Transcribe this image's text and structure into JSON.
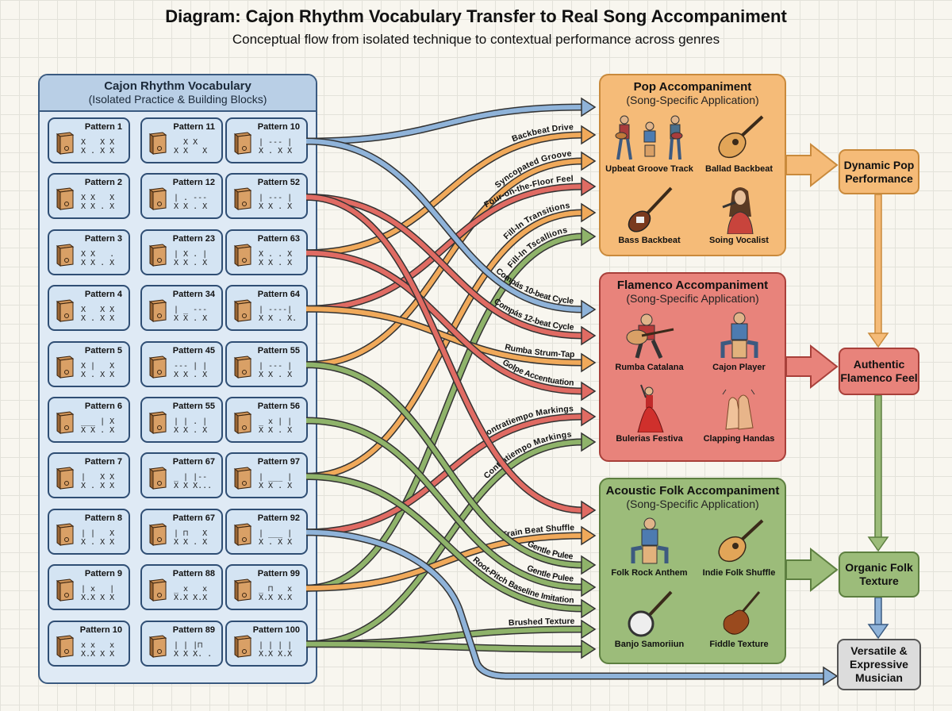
{
  "title": "Diagram: Cajon Rhythm Vocabulary Transfer to Real Song Accompaniment",
  "subtitle": "Conceptual flow from isolated technique to contextual performance across genres",
  "vocabulary": {
    "title": "Cajon Rhythm Vocabulary",
    "subtitle": "(Isolated Practice & Building Blocks)",
    "patterns": [
      [
        {
          "name": "Pattern 1",
          "l1": "X   X X",
          "l2": "X . X X"
        },
        {
          "name": "Pattern 11",
          "l1": "  X X",
          "l2": "X X   X"
        },
        {
          "name": "Pattern 10",
          "l1": "| --- |",
          "l2": "X . X X"
        }
      ],
      [
        {
          "name": "Pattern 2",
          "l1": "X X   X",
          "l2": "X X . X"
        },
        {
          "name": "Pattern 12",
          "l1": "| . ---",
          "l2": "X X . X"
        },
        {
          "name": "Pattern 52",
          "l1": "| --- |",
          "l2": "X X . X"
        }
      ],
      [
        {
          "name": "Pattern 3",
          "l1": "X X   .",
          "l2": "X X . X"
        },
        {
          "name": "Pattern 23",
          "l1": "| X . |",
          "l2": "X X . X"
        },
        {
          "name": "Pattern 63",
          "l1": "X . . X",
          "l2": "X X . X"
        }
      ],
      [
        {
          "name": "Pattern 4",
          "l1": "X   X X",
          "l2": "X . X X"
        },
        {
          "name": "Pattern 34",
          "l1": "| _ ---",
          "l2": "X X . X"
        },
        {
          "name": "Pattern 64",
          "l1": "| ----|",
          "l2": "X X . X."
        }
      ],
      [
        {
          "name": "Pattern 5",
          "l1": "X |   X",
          "l2": "X . X X"
        },
        {
          "name": "Pattern 45",
          "l1": "--- | |",
          "l2": "X X . X"
        },
        {
          "name": "Pattern 55",
          "l1": "| --- |",
          "l2": "X X . X"
        }
      ],
      [
        {
          "name": "Pattern 6",
          "l1": "___ | X",
          "l2": "X X . X"
        },
        {
          "name": "Pattern 55",
          "l1": "| | . |",
          "l2": "X X . X"
        },
        {
          "name": "Pattern 56",
          "l1": "_ x | |",
          "l2": "X X . X"
        }
      ],
      [
        {
          "name": "Pattern 7",
          "l1": "|   X X",
          "l2": "X . X X"
        },
        {
          "name": "Pattern 67",
          "l1": "_ | |--",
          "l2": "X X X..."
        },
        {
          "name": "Pattern 97",
          "l1": "| ___ |",
          "l2": "X X . X"
        }
      ],
      [
        {
          "name": "Pattern 8",
          "l1": "| |   X",
          "l2": "X . X X"
        },
        {
          "name": "Pattern 67",
          "l1": "| ⊓   X",
          "l2": "X X . X"
        },
        {
          "name": "Pattern 92",
          "l1": "| ___ |",
          "l2": "X . X X"
        }
      ],
      [
        {
          "name": "Pattern 9",
          "l1": "| x   |",
          "l2": "X.X X X"
        },
        {
          "name": "Pattern 88",
          "l1": "_ x   x",
          "l2": "X.X X.X"
        },
        {
          "name": "Pattern 99",
          "l1": "_ ⊓   x",
          "l2": "X.X X.X"
        }
      ],
      [
        {
          "name": "Pattern 10",
          "l1": "x x   x",
          "l2": "X.X X X"
        },
        {
          "name": "Pattern 89",
          "l1": "| | |⊓",
          "l2": "X X X. ."
        },
        {
          "name": "Pattern 100",
          "l1": "| | | |",
          "l2": "X.X X.X"
        }
      ]
    ]
  },
  "colors": {
    "pop": "#f4b66e",
    "flamenco": "#e57b74",
    "folk": "#97b673",
    "blue": "#8fb3d9",
    "outline": "#333333"
  },
  "flows": [
    {
      "label": "",
      "color": "#8fb3d9",
      "from": "Pattern 10",
      "to": "Pop Accompaniment"
    },
    {
      "label": "Backbeat Drive",
      "color": "#f0a95a",
      "from": "Pattern 63",
      "to": "Pop Accompaniment"
    },
    {
      "label": "Syncopated Groove",
      "color": "#f0a95a",
      "from": "Pattern 55",
      "to": "Pop Accompaniment"
    },
    {
      "label": "Four-on-the-Floor Feel",
      "color": "#e06b63",
      "from": "Pattern 64",
      "to": "Pop Accompaniment"
    },
    {
      "label": "Fill-In Transitions",
      "color": "#f0a95a",
      "from": "Pattern 97",
      "to": "Pop Accompaniment"
    },
    {
      "label": "Fill-In Tscallions",
      "color": "#8fb36a",
      "from": "Pattern 99",
      "to": "Pop Accompaniment"
    },
    {
      "label": "Compás 10-beat Cycle",
      "color": "#8fb3d9",
      "from": "Pattern 10",
      "to": "Flamenco Accompaniment"
    },
    {
      "label": "Compás 12-beat Cycle",
      "color": "#e06b63",
      "from": "Pattern 52",
      "to": "Flamenco Accompaniment"
    },
    {
      "label": "Rumba Strum-Tap",
      "color": "#f0a95a",
      "from": "Pattern 64",
      "to": "Flamenco Accompaniment"
    },
    {
      "label": "Golpe Accentuation",
      "color": "#e06b63",
      "from": "Pattern 63",
      "to": "Flamenco Accompaniment"
    },
    {
      "label": "Contratiempo Markings",
      "color": "#e06b63",
      "from": "Pattern 92",
      "to": "Flamenco Accompaniment"
    },
    {
      "label": "Contratiempo Markings",
      "color": "#8fb36a",
      "from": "Pattern 100",
      "to": "Flamenco Accompaniment"
    },
    {
      "label": "",
      "color": "#e06b63",
      "from": "Pattern 52",
      "to": "Acoustic Folk Accompaniment"
    },
    {
      "label": "Train Beat Shuffle",
      "color": "#f0a95a",
      "from": "Pattern 99",
      "to": "Acoustic Folk Accompaniment"
    },
    {
      "label": "Gentle Pulee",
      "color": "#8fb36a",
      "from": "Pattern 55",
      "to": "Acoustic Folk Accompaniment"
    },
    {
      "label": "Gentle Pulee",
      "color": "#8fb36a",
      "from": "Pattern 56",
      "to": "Acoustic Folk Accompaniment"
    },
    {
      "label": "Root-Pitch Baseline Imitation",
      "color": "#8fb36a",
      "from": "Pattern 97",
      "to": "Acoustic Folk Accompaniment"
    },
    {
      "label": "Brushed Texture",
      "color": "#8fb36a",
      "from": "Pattern 100",
      "to": "Acoustic Folk Accompaniment"
    },
    {
      "label": "",
      "color": "#8fb36a",
      "from": "Pattern 100",
      "to": "Acoustic Folk Accompaniment"
    },
    {
      "label": "",
      "color": "#8fb3d9",
      "from": "Pattern 92",
      "to": "Versatile & Expressive Musician"
    }
  ],
  "genres": [
    {
      "title": "Pop Accompaniment",
      "subtitle": "(Song-Specific Application)",
      "color": "#f5bb78",
      "border": "#c98a3c",
      "items": [
        {
          "label": "Upbeat Groove Track",
          "icon": "band-icon"
        },
        {
          "label": "Ballad Backbeat",
          "icon": "acoustic-guitar-icon"
        },
        {
          "label": "Bass Backbeat",
          "icon": "bass-guitar-icon"
        },
        {
          "label": "Soing Vocalist",
          "icon": "singer-icon"
        }
      ]
    },
    {
      "title": "Flamenco Accompaniment",
      "subtitle": "(Song-Specific Application)",
      "color": "#e8837b",
      "border": "#a8403a",
      "items": [
        {
          "label": "Rumba Catalana",
          "icon": "flamenco-guitarist-icon"
        },
        {
          "label": "Cajon Player",
          "icon": "cajon-player-icon"
        },
        {
          "label": "Bulerias Festiva",
          "icon": "flamenco-dancer-icon"
        },
        {
          "label": "Clapping Handas",
          "icon": "clapping-hands-icon"
        }
      ]
    },
    {
      "title": "Acoustic Folk Accompaniment",
      "subtitle": "(Song-Specific Application)",
      "color": "#9cbc7a",
      "border": "#5d7f40",
      "items": [
        {
          "label": "Folk Rock Anthem",
          "icon": "cajon-player-icon"
        },
        {
          "label": "Indie Folk Shuffle",
          "icon": "acoustic-guitar-icon"
        },
        {
          "label": "Banjo Samoriiun",
          "icon": "banjo-icon"
        },
        {
          "label": "Fiddle Texture",
          "icon": "fiddle-icon"
        }
      ]
    }
  ],
  "outcomes": [
    {
      "label": "Dynamic Pop Performance",
      "color": "#f5bb78",
      "border": "#c98a3c"
    },
    {
      "label": "Authentic Flamenco Feel",
      "color": "#e8837b",
      "border": "#a8403a"
    },
    {
      "label": "Organic Folk Texture",
      "color": "#9cbc7a",
      "border": "#5d7f40"
    },
    {
      "label": "Versatile & Expressive Musician",
      "color": "#dcdcdc",
      "border": "#555555"
    }
  ]
}
